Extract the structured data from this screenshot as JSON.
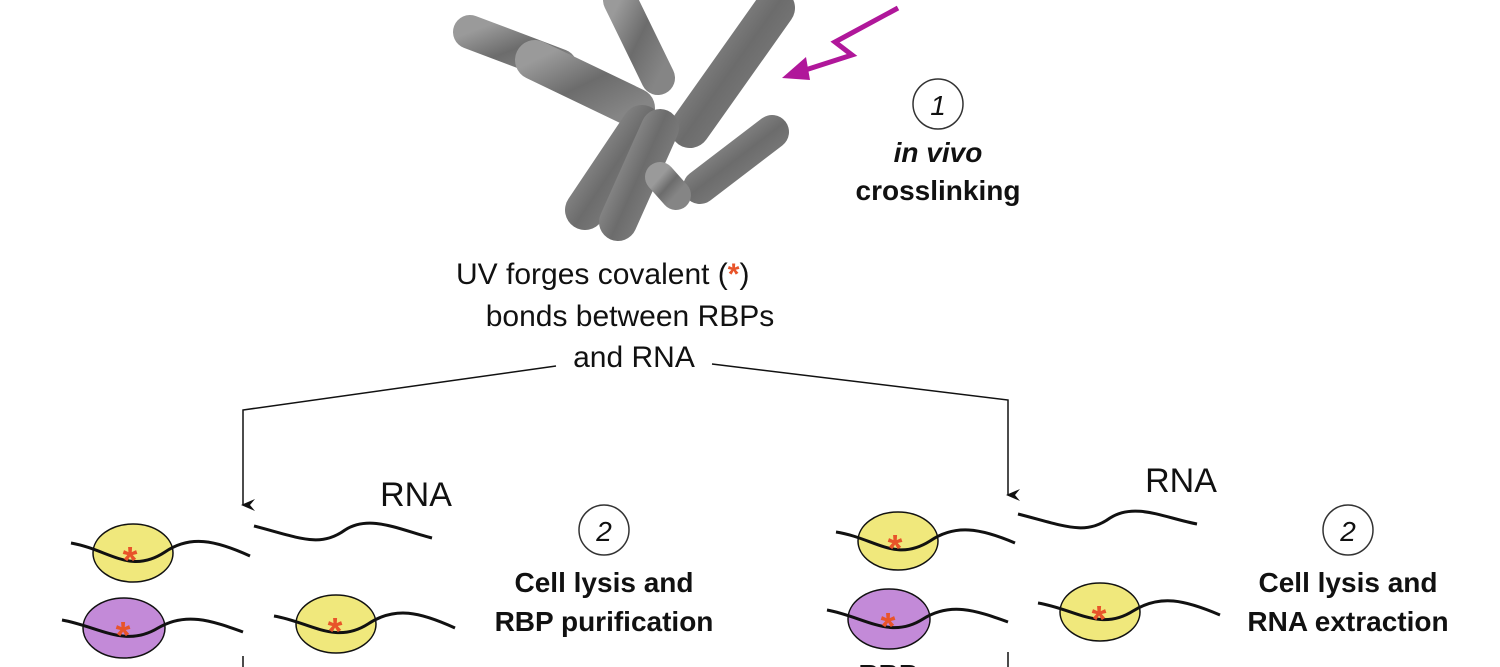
{
  "step1": {
    "number": "1",
    "label_italic": "in vivo",
    "label": "crosslinking"
  },
  "uv_caption": {
    "line1_pre": "UV forges covalent (",
    "line1_post": ")",
    "line2": "bonds between RBPs",
    "line3": "and RNA"
  },
  "left_panel": {
    "rna_label": "RNA",
    "step_number": "2",
    "line1": "Cell lysis and",
    "line2": "RBP purification"
  },
  "right_panel": {
    "rna_label": "RNA",
    "step_number": "2",
    "line1": "Cell lysis and",
    "line2": "RNA extraction",
    "partial_label": "RBP"
  },
  "colors": {
    "crosslink": "#e8542a",
    "rbp_yellow": "#f0e87c",
    "rbp_purple": "#c38ad8",
    "uv_arrow": "#b0179a",
    "bacteria": "#7a7a7a"
  },
  "icons": {
    "uv": "lightning-arrow-icon",
    "crosslink": "asterisk-icon"
  }
}
